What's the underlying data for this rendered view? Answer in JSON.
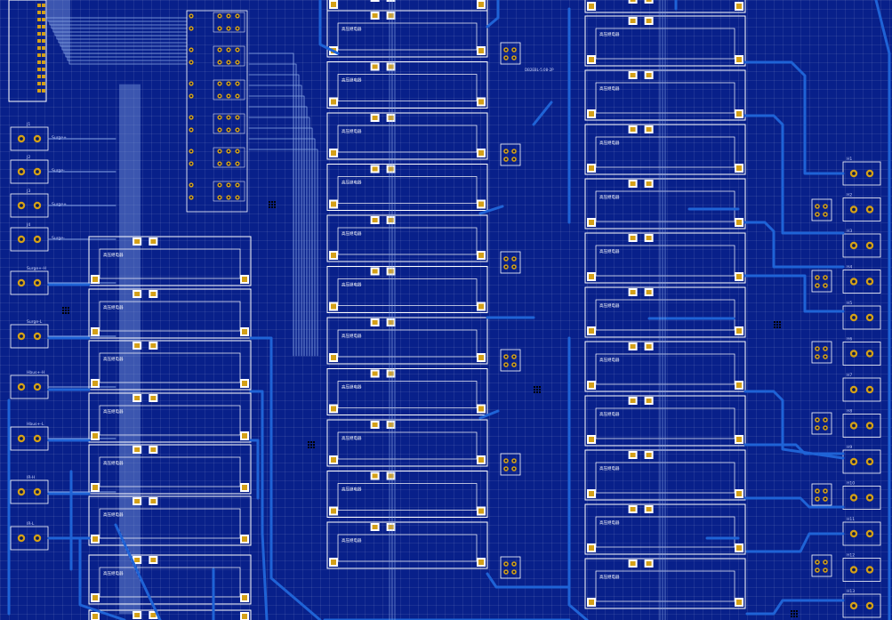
{
  "board": {
    "title": "",
    "colors": {
      "substrate": "#08208a",
      "trace": "#1f63d6",
      "trace_thin": "#8aa8e8",
      "silkscreen": "#ffffff",
      "pad": "#d4a017",
      "pad_hole": "#0b1b55"
    }
  },
  "left_connectors": [
    {
      "label": "J1",
      "net": "Surge+"
    },
    {
      "label": "J2",
      "net": "Surge-"
    },
    {
      "label": "J3",
      "net": "Surge+"
    },
    {
      "label": "J4",
      "net": "Surge-"
    },
    {
      "label": "Surge+-H",
      "net": ""
    },
    {
      "label": "Surge-L",
      "net": ""
    },
    {
      "label": "Hbus+-H",
      "net": ""
    },
    {
      "label": "Hbus+-L",
      "net": ""
    },
    {
      "label": "IR-H",
      "net": ""
    },
    {
      "label": "IR-L",
      "net": ""
    }
  ],
  "left_modules": [
    {
      "title": "高压继电器"
    },
    {
      "title": "高压继电器"
    },
    {
      "title": "高压继电器"
    },
    {
      "title": "高压继电器"
    },
    {
      "title": "高压继电器"
    },
    {
      "title": "高压继电器"
    },
    {
      "title": "高压继电器"
    }
  ],
  "center_modules": [
    {
      "title": "高压继电器"
    },
    {
      "title": "高压继电器"
    },
    {
      "title": "高压继电器"
    },
    {
      "title": "高压继电器"
    },
    {
      "title": "高压继电器"
    },
    {
      "title": "高压继电器"
    },
    {
      "title": "高压继电器"
    },
    {
      "title": "高压继电器"
    },
    {
      "title": "高压继电器"
    },
    {
      "title": "高压继电器"
    },
    {
      "title": "高压继电器"
    }
  ],
  "right_modules": [
    {
      "title": "高压继电器"
    },
    {
      "title": "高压继电器"
    },
    {
      "title": "高压继电器"
    },
    {
      "title": "高压继电器"
    },
    {
      "title": "高压继电器"
    },
    {
      "title": "高压继电器"
    },
    {
      "title": "高压继电器"
    },
    {
      "title": "高压继电器"
    },
    {
      "title": "高压继电器"
    },
    {
      "title": "高压继电器"
    },
    {
      "title": "高压继电器"
    }
  ],
  "right_connectors": [
    {
      "label": "H1"
    },
    {
      "label": "H2"
    },
    {
      "label": "H3"
    },
    {
      "label": "H4"
    },
    {
      "label": "H5"
    },
    {
      "label": "H6"
    },
    {
      "label": "H7"
    },
    {
      "label": "H8"
    },
    {
      "label": "H9"
    },
    {
      "label": "H10"
    },
    {
      "label": "H11"
    },
    {
      "label": "H12"
    },
    {
      "label": "H13"
    }
  ],
  "terminal_blocks": [
    "DB2EBL-5.08-2P"
  ]
}
